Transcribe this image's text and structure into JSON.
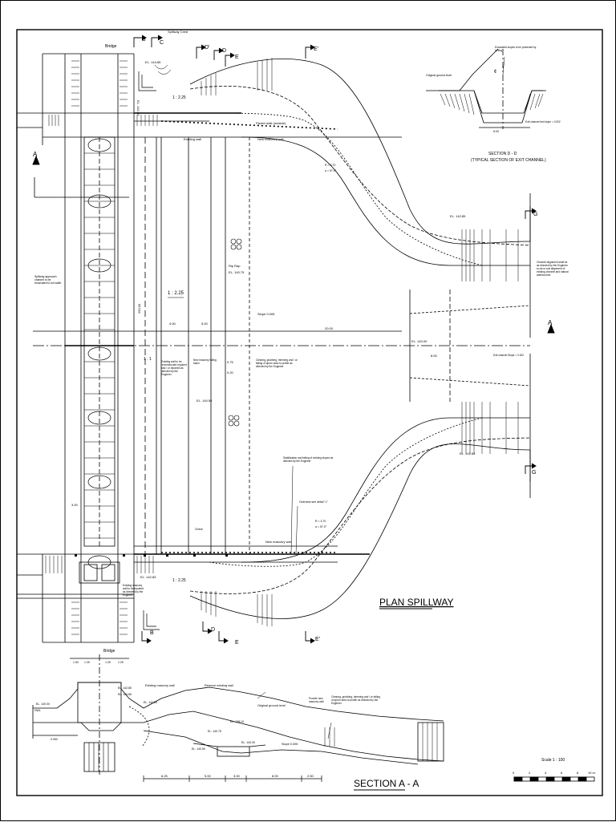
{
  "plan": {
    "title": "PLAN SPILLWAY",
    "bridge_top": "Bridge",
    "bridge_bottom": "Bridge",
    "spillway_crest": "Spillway Crest",
    "existing_wall": "Existing wall",
    "new_masonry_wall_top": "New masonry wall",
    "new_masonry_wall_bottom": "New masonry wall",
    "slope_1_225_top": "1 : 2.25",
    "slope_1_225_mid": "1 : 2.25",
    "slope_1_225_bottom": "1 : 2.25",
    "slope_1_1": "1 : 1",
    "el_top_left": "EL. 142.83",
    "el_top_small": "EL. 144.85",
    "el_middle": "EL. 140.50",
    "el_riprap": "EL. 140.75",
    "el_center": "EL. 140.00",
    "el_right_top": "EL. 142.85",
    "el_right_bottom": "EL. 142.83",
    "el_bottom_left": "EL. 142.83",
    "riprap": "Rip Rap",
    "slope_0005": "Slope 0.005",
    "dim_top_small_1": "4.00",
    "dim_top_small_2": "5.00",
    "dim_center": "20.00",
    "dim_right": "8.00",
    "dim_left_vertical": "250.00",
    "dim_075": "0.75",
    "dim_020": "0.20",
    "dim_bottom_left": "3.00",
    "curve_r_top": "R = 3.70",
    "curve_a_top": "α = 57.0°",
    "curve_r_bottom": "R = 3.70",
    "curve_a_bottom": "α = 57.0°",
    "approach_note": "Spillway approach channel to be excavated to full width",
    "existing_wall_note": "Existing wall to be reconstructed repaired and / or repaired as directed by the Engineer",
    "masonry_falling_note": "New masonry falling basin",
    "clearing_note": "Clearing, grubbing, trimming and / or falling of apron area to profile as directed by the Engineer",
    "stabilization_note": "Stabilization and falling of existing slopes as directed by the Engineer",
    "overview_note": "Overview see detail \"L\"",
    "check_note": "Check",
    "channel_alignment_note": "Channel alignment shall be as directed by the Engineer so as to suit alignment of existing channel and natural watercourse",
    "exit_channel_note": "Exit channel Slope = 0.002",
    "existing_masonry_note": "Existing masonry wall to be repaired as directed by the Engineer",
    "small_note_top": "Paved walk (outside)"
  },
  "section_markers": {
    "a": "A",
    "b": "B",
    "c": "C",
    "d": "D",
    "d_prime": "D'",
    "e": "E",
    "e_prime": "E'",
    "g": "G"
  },
  "section_dd": {
    "title": "SECTION D - D",
    "subtitle": "(TYPICAL SECTION OF EXIT CHANNEL)",
    "label_ground": "Original ground level",
    "label_slopes": "Excavated slopes to be protected by turfing",
    "label_bed": "Exit channel bed slope = 0.002",
    "dim": "8.00",
    "axis": "¢"
  },
  "section_aa": {
    "title": "SECTION A - A",
    "existing_masonry_wall": "Existing masonry wall",
    "remove_wall": "Remove existing wall",
    "original_ground": "Original ground level",
    "provide_wall": "Provide new masonry wall",
    "clearing": "Clearing, grubbing, trimming and / or falling of apron area to profile as directed by the Engineer",
    "slope": "Slope 0.005",
    "el_1": "EL. 142.83",
    "el_2": "EL. 140.50",
    "el_3": "EL. 140.00",
    "el_4": "EL. 138.10",
    "el_5": "EL. 140.75",
    "el_6": "EL. 140.85",
    "el_7": "EL. 142.85",
    "el_8": "EL. 140.00",
    "hwl": "HWL",
    "dim_small": "0.050",
    "dims": [
      "6.25",
      "5.00",
      "3.00",
      "8.00",
      "2.50"
    ],
    "top_dims": [
      "1.50",
      "1.25",
      "1.25",
      "1.25"
    ]
  },
  "scale": {
    "label": "Scale 1 : 100",
    "ticks": [
      "0",
      "2",
      "4",
      "6",
      "8",
      "10 m"
    ]
  }
}
